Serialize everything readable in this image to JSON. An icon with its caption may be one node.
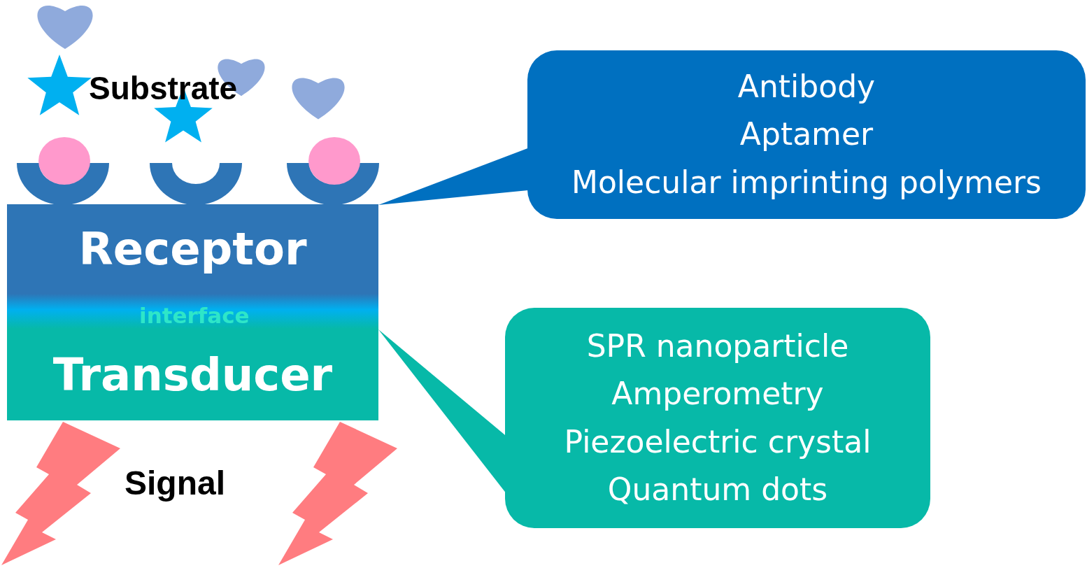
{
  "diagram": {
    "nodes": [
      {
        "text": [
          "Receptor"
        ]
      },
      {
        "text": [
          "Transducer"
        ]
      },
      {
        "text": [
          "Antibody",
          "Aptamer",
          "Molecular imprinting polymers"
        ]
      },
      {
        "text": [
          "SPR nanoparticle",
          "Amperometry",
          "Piezoelectric crystal",
          "Quantum dots"
        ]
      }
    ],
    "edges": [
      {
        "from": 2,
        "to": 0,
        "arrow": "none"
      },
      {
        "from": 3,
        "to": 1,
        "arrow": "none"
      }
    ],
    "labels": [
      "Substrate",
      "interface",
      "Signal"
    ]
  }
}
